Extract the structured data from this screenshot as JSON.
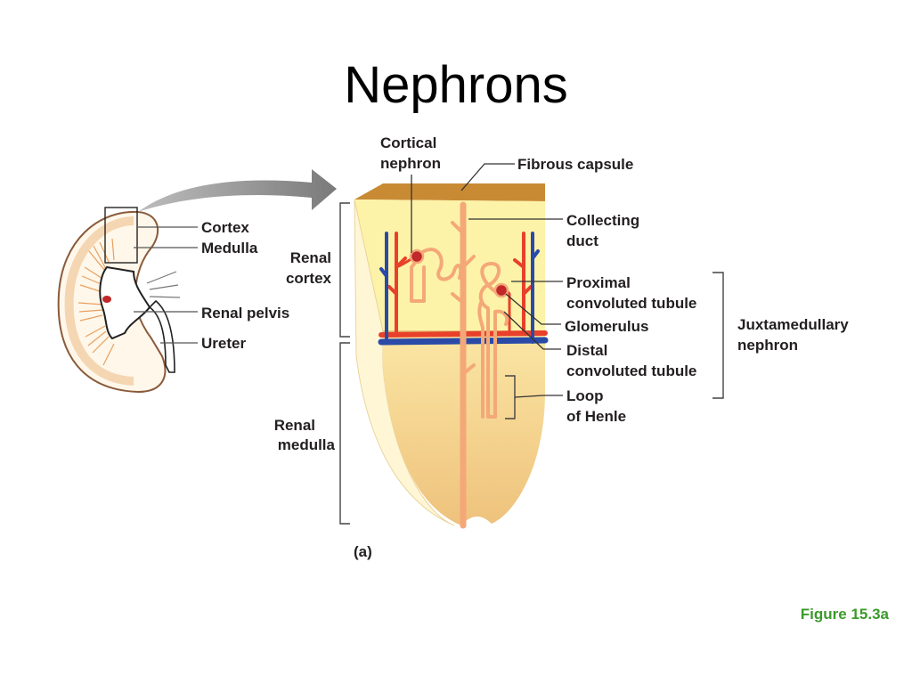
{
  "slide": {
    "title": "Nephrons",
    "figure_label": "Figure 15.3a",
    "figure_label_color": "#3a9a2a"
  },
  "labels": {
    "cortex": "Cortex",
    "medulla": "Medulla",
    "renal_pelvis": "Renal pelvis",
    "ureter": "Ureter",
    "renal_cortex_1": "Renal",
    "renal_cortex_2": "cortex",
    "renal_medulla_1": "Renal",
    "renal_medulla_2": "medulla",
    "cortical_nephron_1": "Cortical",
    "cortical_nephron_2": "nephron",
    "fibrous_capsule": "Fibrous capsule",
    "collecting_duct_1": "Collecting",
    "collecting_duct_2": "duct",
    "proximal_1": "Proximal",
    "proximal_2": "convoluted tubule",
    "glomerulus": "Glomerulus",
    "distal_1": "Distal",
    "distal_2": "convoluted tubule",
    "loop_1": "Loop",
    "loop_2": "of Henle",
    "juxtamedullary_1": "Juxtamedullary",
    "juxtamedullary_2": "nephron",
    "panel": "(a)"
  },
  "colors": {
    "cortex": "#fdf3a8",
    "medulla": "#f5d48a",
    "capsule": "#d69a3a",
    "artery": "#e8402a",
    "vein": "#2a4aa8",
    "tubule": "#f4a878"
  }
}
